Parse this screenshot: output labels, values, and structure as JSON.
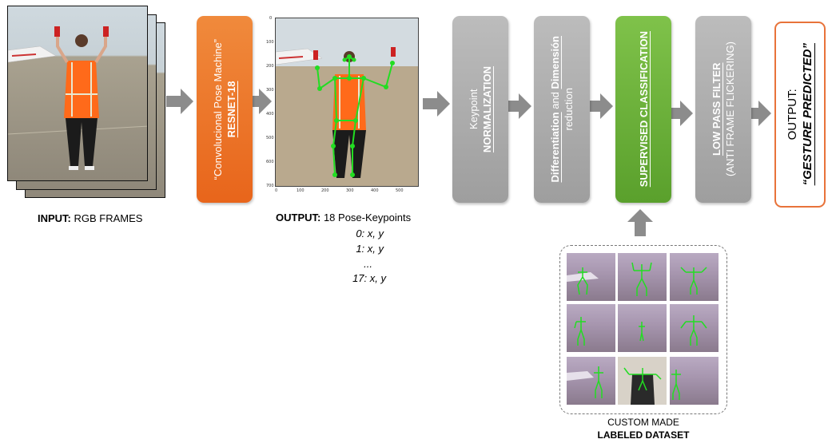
{
  "input": {
    "label_bold": "INPUT:",
    "label_rest": " RGB FRAMES"
  },
  "stage1": {
    "line1": "“Convolucional Pose Machine”",
    "line2": "RESNET-18"
  },
  "pose_output": {
    "label_bold": "OUTPUT:",
    "label_rest": " 18 Pose-Keypoints",
    "keypoints": [
      "0: x, y",
      "1: x, y",
      "...",
      "17: x, y"
    ],
    "y_ticks": [
      "0",
      "100",
      "200",
      "300",
      "400",
      "500",
      "600",
      "700"
    ],
    "x_ticks": [
      "0",
      "100",
      "200",
      "300",
      "400",
      "500"
    ]
  },
  "stage2": {
    "line1": "Keypoint",
    "line2": "NORMALIZATION"
  },
  "stage3": {
    "part1": "Differentiation",
    "part2": " and ",
    "part3": "Dimensión",
    "line2": "reduction"
  },
  "stage4": {
    "line1": "SUPERVISED CLASSIFICATION"
  },
  "stage5": {
    "line1": "LOW PASS FILTER",
    "line2": "(ANTI FRAME FLICKERING)"
  },
  "output": {
    "line1": "OUTPUT:",
    "line2": "“GESTURE PREDICTED”"
  },
  "dataset": {
    "line1": "CUSTOM MADE",
    "line2": "LABELED DATASET"
  },
  "colors": {
    "orange": "#e8651b",
    "green": "#5aa02c",
    "gray": "#a6a6a6",
    "output_border": "#e8733a",
    "arrow": "#8c8c8c",
    "keypoint": "#22dd22"
  }
}
